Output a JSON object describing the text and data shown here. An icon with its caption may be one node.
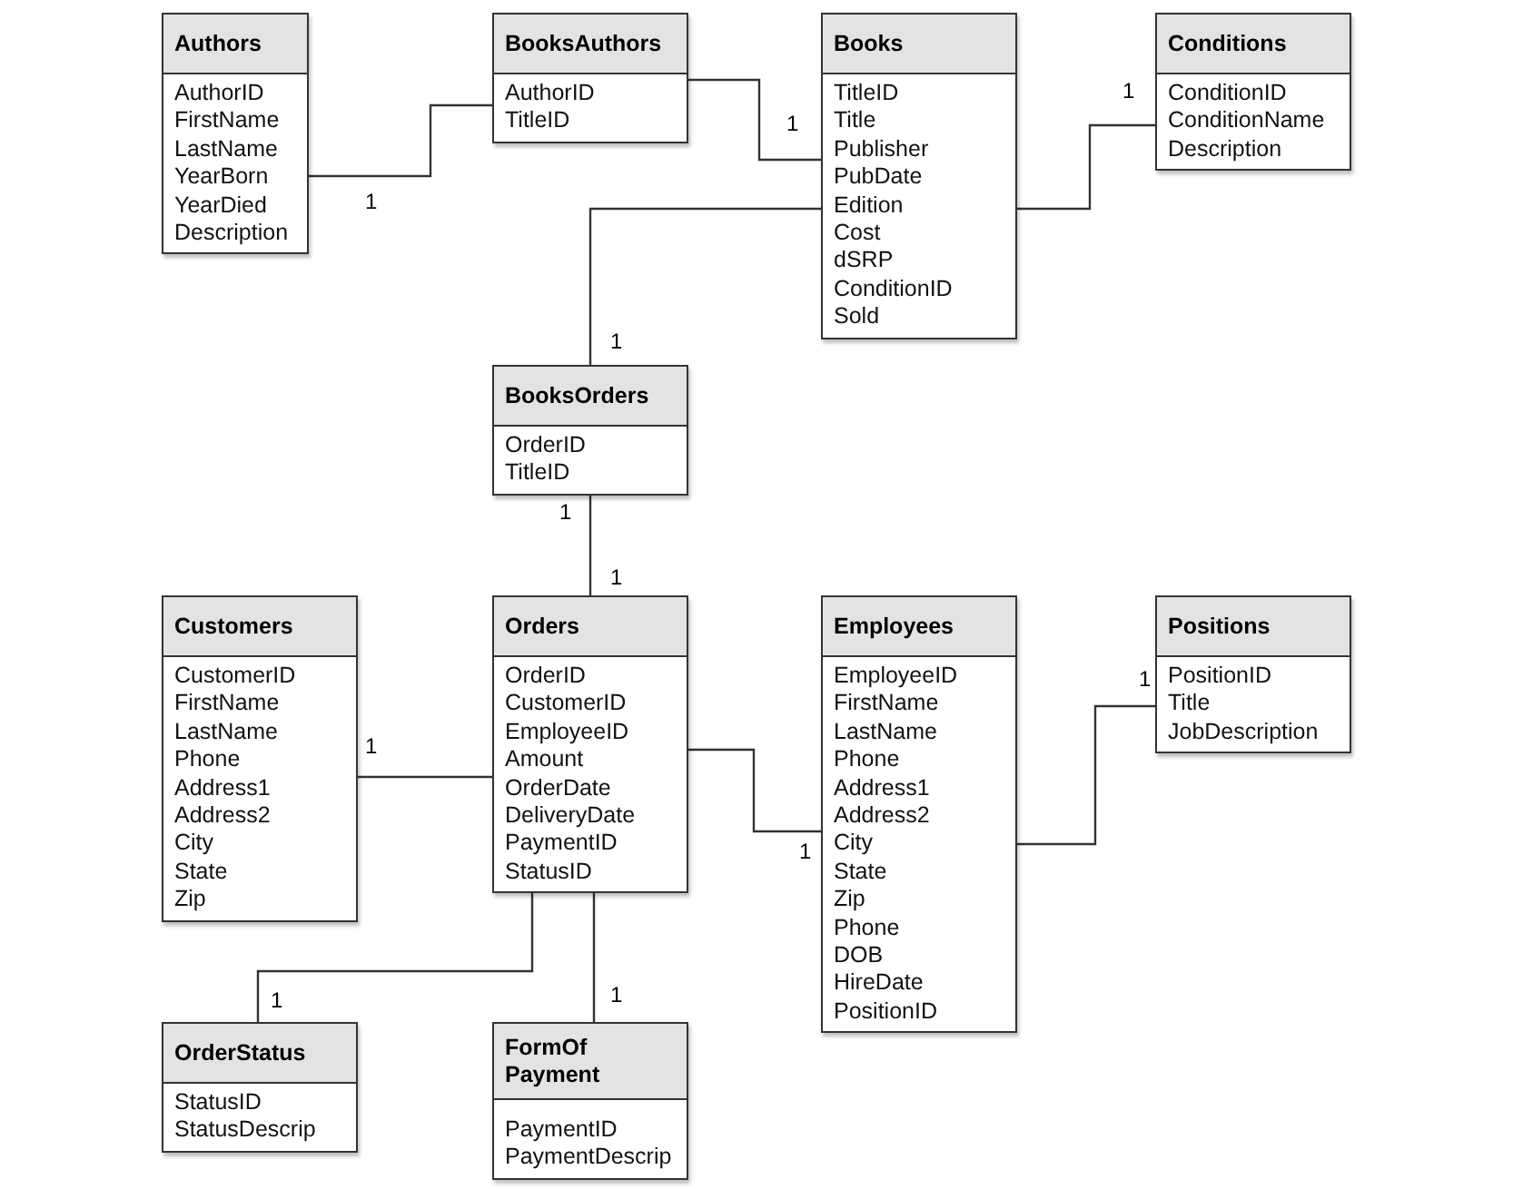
{
  "diagram": {
    "nodes": [
      {
        "text": [
          "Authors",
          "AuthorID",
          "FirstName",
          "LastName",
          "YearBorn",
          "YearDied",
          "Description"
        ]
      },
      {
        "text": [
          "BooksAuthors",
          "AuthorID",
          "TitleID"
        ]
      },
      {
        "text": [
          "Books",
          "TitleID",
          "Title",
          "Publisher",
          "PubDate",
          "Edition",
          "Cost",
          "dSRP",
          "ConditionID",
          "Sold"
        ]
      },
      {
        "text": [
          "Conditions",
          "ConditionID",
          "ConditionName",
          "Description"
        ]
      },
      {
        "text": [
          "BooksOrders",
          "OrderID",
          "TitleID"
        ]
      },
      {
        "text": [
          "Customers",
          "CustomerID",
          "FirstName",
          "LastName",
          "Phone",
          "Address1",
          "Address2",
          "City",
          "State",
          "Zip"
        ]
      },
      {
        "text": [
          "Orders",
          "OrderID",
          "CustomerID",
          "EmployeeID",
          "Amount",
          "OrderDate",
          "DeliveryDate",
          "PaymentID",
          "StatusID"
        ]
      },
      {
        "text": [
          "Employees",
          "EmployeeID",
          "FirstName",
          "LastName",
          "Phone",
          "Address1",
          "Address2",
          "City",
          "State",
          "Zip",
          "Phone",
          "DOB",
          "HireDate",
          "PositionID"
        ]
      },
      {
        "text": [
          "Positions",
          "PositionID",
          "Title",
          "JobDescription"
        ]
      },
      {
        "text": [
          "OrderStatus",
          "StatusID",
          "StatusDescrip"
        ]
      },
      {
        "text": [
          "FormOf Payment",
          "PaymentID",
          "PaymentDescrip"
        ]
      }
    ],
    "edges": [
      {
        "from": 0,
        "to": 1,
        "arrow": "none"
      },
      {
        "from": 1,
        "to": 2,
        "arrow": "none"
      },
      {
        "from": 2,
        "to": 3,
        "arrow": "none"
      },
      {
        "from": 2,
        "to": 4,
        "arrow": "none"
      },
      {
        "from": 4,
        "to": 6,
        "arrow": "none"
      },
      {
        "from": 5,
        "to": 6,
        "arrow": "none"
      },
      {
        "from": 6,
        "to": 7,
        "arrow": "none"
      },
      {
        "from": 7,
        "to": 8,
        "arrow": "none"
      },
      {
        "from": 6,
        "to": 9,
        "arrow": "none"
      },
      {
        "from": 6,
        "to": 10,
        "arrow": "none"
      }
    ],
    "labels": [
      "1",
      "1",
      "1",
      "1",
      "1",
      "1",
      "1",
      "1",
      "1",
      "1",
      "1"
    ]
  }
}
